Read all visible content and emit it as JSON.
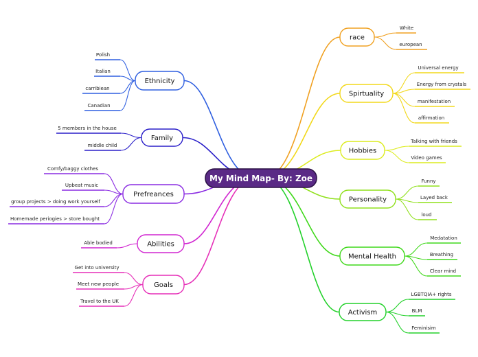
{
  "root": {
    "label": "My Mind Map- By: Zoe",
    "fill": "#5a2a86"
  },
  "branches": [
    {
      "label": "Ethnicity",
      "color": "#2f5fe0",
      "side": "left",
      "leaves": [
        "Polish",
        "Italian",
        "carribiean",
        "Canadian"
      ]
    },
    {
      "label": "Family",
      "color": "#2a1fc9",
      "side": "left",
      "leaves": [
        "5 members in the house",
        "middle child"
      ]
    },
    {
      "label": "Prefreances",
      "color": "#8a2be2",
      "side": "left",
      "leaves": [
        "Comfy/baggy clothes",
        "Upbeat music",
        "group projects > doing work yourself",
        "Homemade periogies > store bought"
      ]
    },
    {
      "label": "Abilities",
      "color": "#d126d1",
      "side": "left",
      "leaves": [
        "Able bodied"
      ]
    },
    {
      "label": "Goals",
      "color": "#e62fb8",
      "side": "left",
      "leaves": [
        "Get into university",
        "Meet new people",
        "Travel to the UK"
      ]
    },
    {
      "label": "race",
      "color": "#f0a020",
      "side": "right",
      "leaves": [
        "White",
        "european"
      ]
    },
    {
      "label": "Spirtuality",
      "color": "#f2d81a",
      "side": "right",
      "leaves": [
        "Universal energy",
        "Energy from crystals",
        "manifestation",
        "affirmation"
      ]
    },
    {
      "label": "Hobbies",
      "color": "#dcec1e",
      "side": "right",
      "leaves": [
        "Talking with friends",
        "Video games"
      ]
    },
    {
      "label": "Personality",
      "color": "#8fe01a",
      "side": "right",
      "leaves": [
        "Funny",
        "Layed back",
        "loud"
      ]
    },
    {
      "label": "Mental Health",
      "color": "#3fd81a",
      "side": "right",
      "leaves": [
        "Medatation",
        "Breathing",
        "Clear mind"
      ]
    },
    {
      "label": "Activism",
      "color": "#22d12a",
      "side": "right",
      "leaves": [
        "LGBTQIA+ rights",
        "BLM",
        "Feminisim"
      ]
    }
  ]
}
